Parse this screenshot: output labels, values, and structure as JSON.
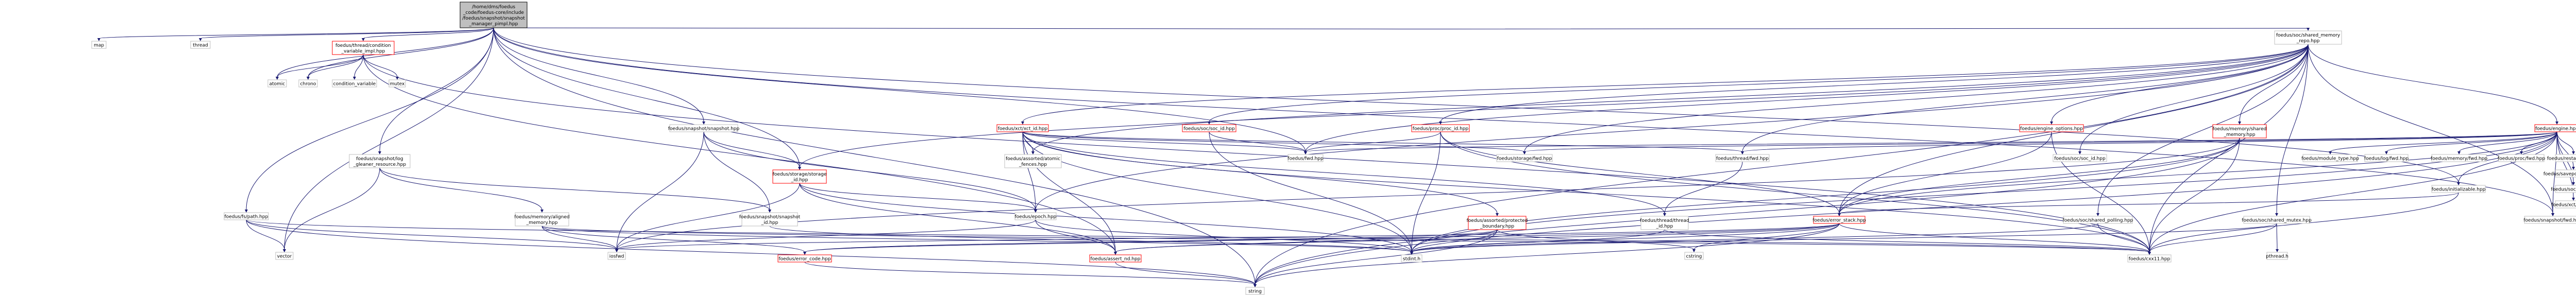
{
  "colors": {
    "root_fill": "#bfbfbf",
    "node_fill": "#ffffff",
    "node_stroke": "#bfbfbf",
    "system_text": "#000000",
    "edge": "#191970",
    "highlight_text": "#ff0000",
    "border": "#000000"
  },
  "nodes": [
    {
      "id": "root",
      "lines": [
        "/home/dms/foedus",
        "_code/foedus-core/include",
        "/foedus/snapshot/snapshot",
        "_manager_pimpl.hpp"
      ],
      "kind": "root"
    },
    {
      "id": "map",
      "lines": [
        "map"
      ],
      "kind": "system"
    },
    {
      "id": "thread",
      "lines": [
        "thread"
      ],
      "kind": "system"
    },
    {
      "id": "condvar_impl",
      "lines": [
        "foedus/thread/condition",
        "_variable_impl.hpp"
      ],
      "kind": "red"
    },
    {
      "id": "atomic",
      "lines": [
        "atomic"
      ],
      "kind": "system"
    },
    {
      "id": "chrono",
      "lines": [
        "chrono"
      ],
      "kind": "system"
    },
    {
      "id": "condition_variable",
      "lines": [
        "condition_variable"
      ],
      "kind": "system"
    },
    {
      "id": "mutex",
      "lines": [
        "mutex"
      ],
      "kind": "system"
    },
    {
      "id": "log_gleaner",
      "lines": [
        "foedus/snapshot/log",
        "_gleaner_resource.hpp"
      ],
      "kind": "box"
    },
    {
      "id": "fs_path",
      "lines": [
        "foedus/fs/path.hpp"
      ],
      "kind": "box"
    },
    {
      "id": "aligned_memory",
      "lines": [
        "foedus/memory/aligned",
        "_memory.hpp"
      ],
      "kind": "box"
    },
    {
      "id": "vector",
      "lines": [
        "vector"
      ],
      "kind": "system"
    },
    {
      "id": "iosfwd",
      "lines": [
        "iosfwd"
      ],
      "kind": "system"
    },
    {
      "id": "string",
      "lines": [
        "string"
      ],
      "kind": "system"
    },
    {
      "id": "snapshot_hpp",
      "lines": [
        "foedus/snapshot/snapshot.hpp"
      ],
      "kind": "box"
    },
    {
      "id": "snapshot_id",
      "lines": [
        "foedus/snapshot/snapshot",
        "_id.hpp"
      ],
      "kind": "box"
    },
    {
      "id": "epoch",
      "lines": [
        "foedus/epoch.hpp"
      ],
      "kind": "box"
    },
    {
      "id": "storage_id",
      "lines": [
        "foedus/storage/storage",
        "_id.hpp"
      ],
      "kind": "red"
    },
    {
      "id": "error_code",
      "lines": [
        "foedus/error_code.hpp"
      ],
      "kind": "red"
    },
    {
      "id": "assert_nd",
      "lines": [
        "foedus/assert_nd.hpp"
      ],
      "kind": "red"
    },
    {
      "id": "stdint",
      "lines": [
        "stdint.h"
      ],
      "kind": "system"
    },
    {
      "id": "shared_memory_repo",
      "lines": [
        "foedus/soc/shared_memory",
        "_repo.hpp"
      ],
      "kind": "box"
    },
    {
      "id": "soc_id",
      "lines": [
        "foedus/soc/soc_id.hpp"
      ],
      "kind": "red"
    },
    {
      "id": "proc_id",
      "lines": [
        "foedus/proc/proc_id.hpp"
      ],
      "kind": "red"
    },
    {
      "id": "fences",
      "lines": [
        "foedus/assorted/atomic",
        "_fences.hpp"
      ],
      "kind": "box"
    },
    {
      "id": "fwd_hpp",
      "lines": [
        "foedus/fwd.hpp"
      ],
      "kind": "box"
    },
    {
      "id": "storage_fwd",
      "lines": [
        "foedus/storage/fwd.hpp"
      ],
      "kind": "box"
    },
    {
      "id": "protected_boundary",
      "lines": [
        "foedus/assorted/protected",
        "_boundary.hpp"
      ],
      "kind": "red"
    },
    {
      "id": "thread_fwd",
      "lines": [
        "foedus/thread/fwd.hpp"
      ],
      "kind": "box"
    },
    {
      "id": "thread_id",
      "lines": [
        "foedus/thread/thread",
        "_id.hpp"
      ],
      "kind": "box"
    },
    {
      "id": "cstring",
      "lines": [
        "cstring"
      ],
      "kind": "system"
    },
    {
      "id": "soc_id2",
      "lines": [
        "foedus/soc/soc_id.hpp"
      ],
      "kind": "box"
    },
    {
      "id": "engine_options",
      "lines": [
        "foedus/engine_options.hpp"
      ],
      "kind": "red"
    },
    {
      "id": "error_stack",
      "lines": [
        "foedus/error_stack.hpp"
      ],
      "kind": "red"
    },
    {
      "id": "cxx11",
      "lines": [
        "foedus/cxx11.hpp"
      ],
      "kind": "box"
    },
    {
      "id": "memory_shared",
      "lines": [
        "foedus/memory/shared",
        "_memory.hpp"
      ],
      "kind": "red"
    },
    {
      "id": "shared_polling",
      "lines": [
        "foedus/soc/shared_polling.hpp"
      ],
      "kind": "box"
    },
    {
      "id": "engine_hpp",
      "lines": [
        "foedus/engine.hpp"
      ],
      "kind": "red"
    },
    {
      "id": "module_type",
      "lines": [
        "foedus/module_type.hpp"
      ],
      "kind": "box"
    },
    {
      "id": "log_fwd",
      "lines": [
        "foedus/log/fwd.hpp"
      ],
      "kind": "box"
    },
    {
      "id": "memory_fwd",
      "lines": [
        "foedus/memory/fwd.hpp"
      ],
      "kind": "box"
    },
    {
      "id": "shared_mutex",
      "lines": [
        "foedus/soc/shared_mutex.hpp"
      ],
      "kind": "box"
    },
    {
      "id": "pthread",
      "lines": [
        "pthread.h"
      ],
      "kind": "system"
    },
    {
      "id": "proc_fwd",
      "lines": [
        "foedus/proc/fwd.hpp"
      ],
      "kind": "box"
    },
    {
      "id": "restart_fwd",
      "lines": [
        "foedus/restart/fwd.hpp"
      ],
      "kind": "box"
    },
    {
      "id": "savepoint_fwd",
      "lines": [
        "foedus/savepoint/fwd.hpp"
      ],
      "kind": "box"
    },
    {
      "id": "soc_fwd",
      "lines": [
        "foedus/soc/fwd.hpp"
      ],
      "kind": "box"
    },
    {
      "id": "xct_fwd",
      "lines": [
        "foedus/xct/fwd.hpp"
      ],
      "kind": "box"
    },
    {
      "id": "initializable",
      "lines": [
        "foedus/initializable.hpp"
      ],
      "kind": "box"
    },
    {
      "id": "snapshot_fwd",
      "lines": [
        "foedus/snapshot/fwd.hpp"
      ],
      "kind": "box"
    },
    {
      "id": "xct_id",
      "lines": [
        "foedus/xct/xct_id.hpp"
      ],
      "kind": "red"
    }
  ]
}
